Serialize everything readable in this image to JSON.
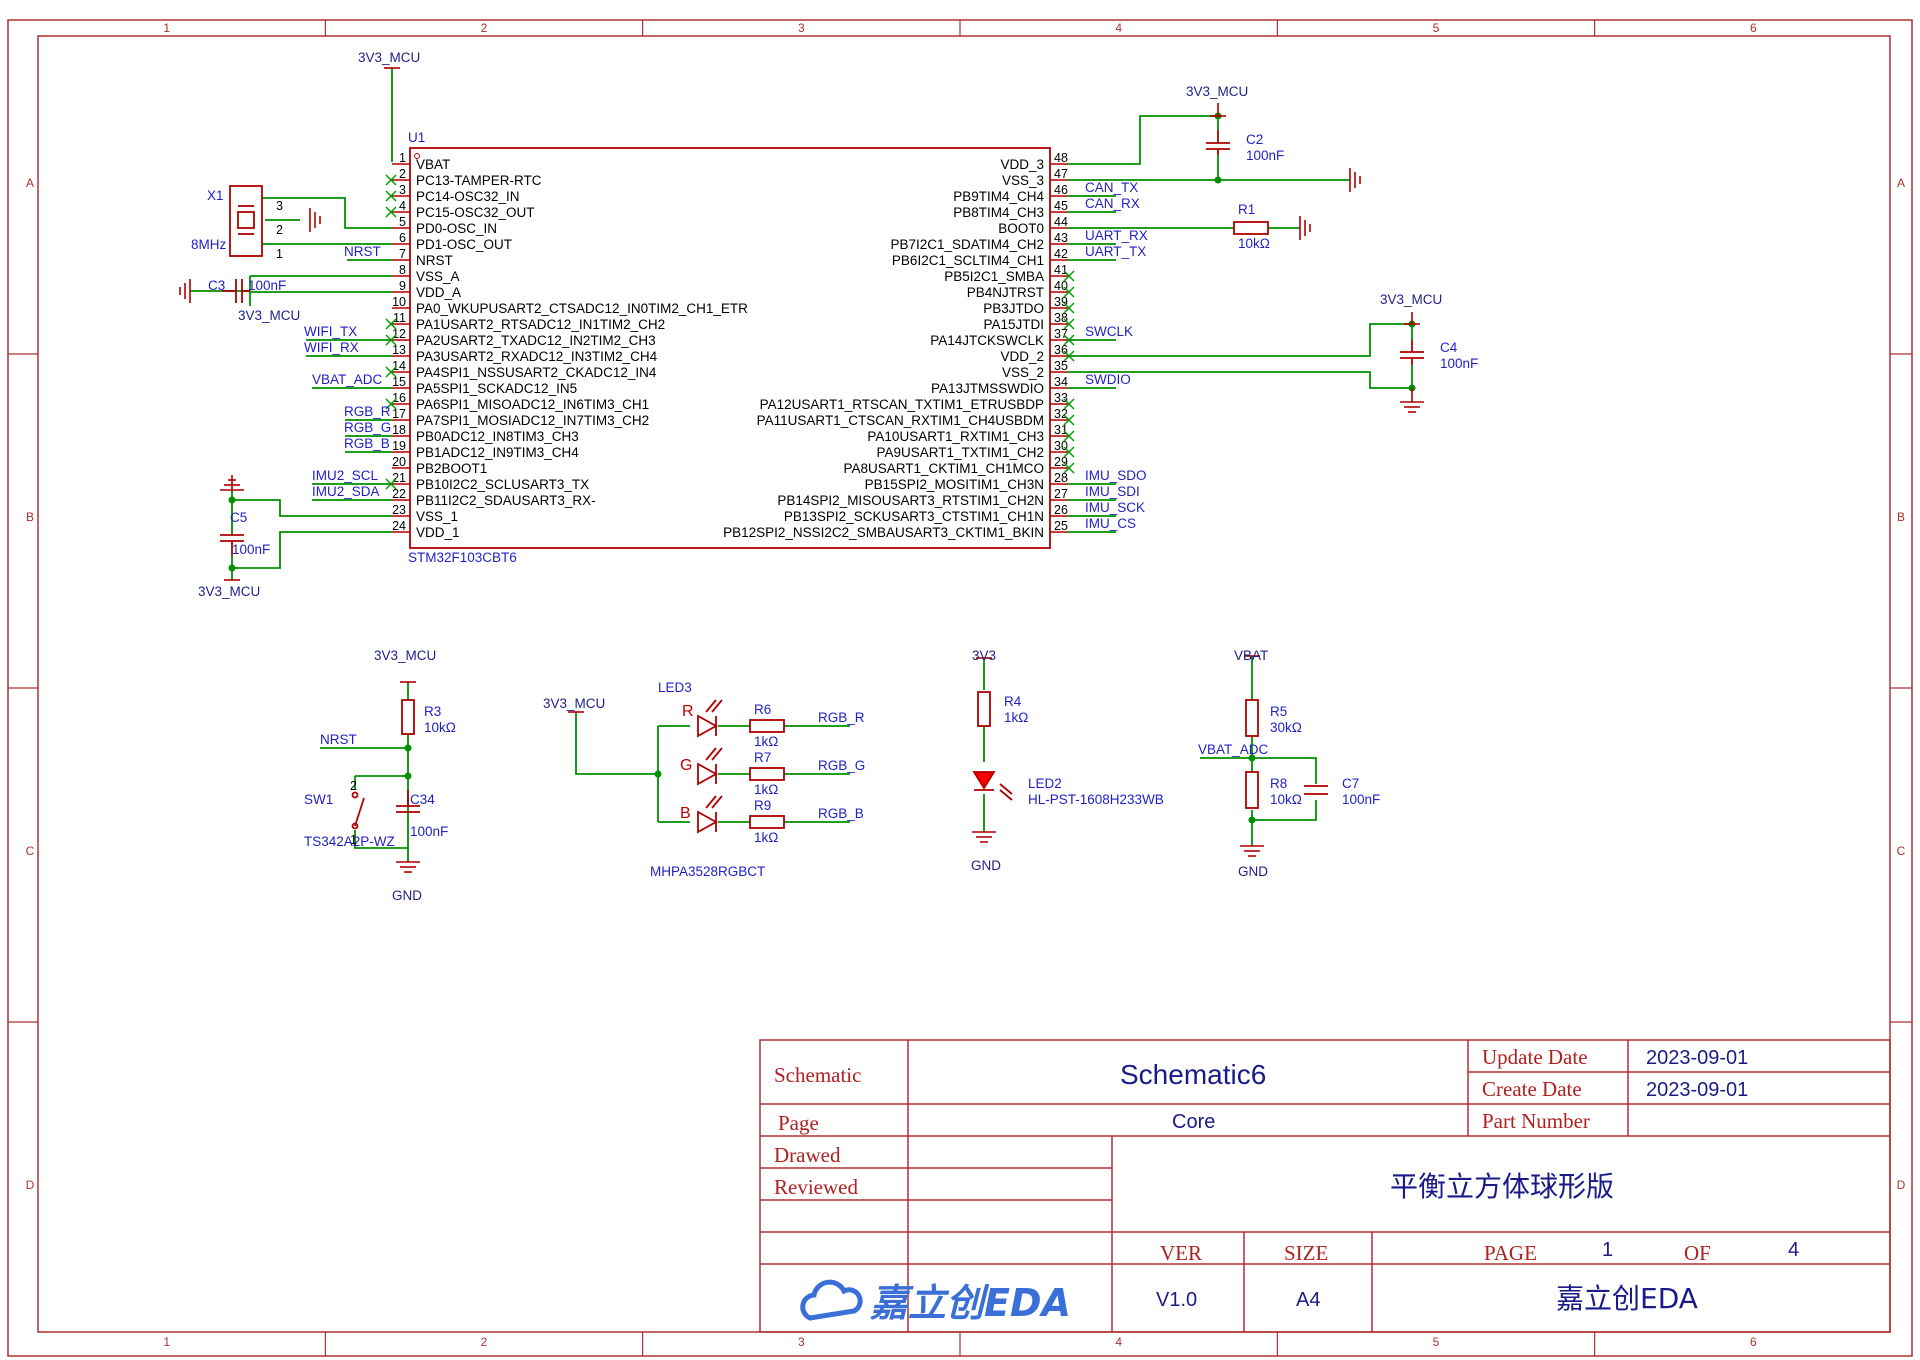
{
  "colors": {
    "border": "#b03030",
    "body": "#b00000",
    "wire": "#009000",
    "net": "#1f1fc8",
    "power": "#1f1f8a",
    "noconn": "#00a000"
  },
  "frame": {
    "col_labels": [
      "1",
      "2",
      "3",
      "4",
      "5",
      "6"
    ],
    "row_labels": [
      "A",
      "B",
      "C",
      "D"
    ]
  },
  "mcu": {
    "ref": "U1",
    "part": "STM32F103CBT6",
    "left_pins": [
      {
        "n": "1",
        "name": "VBAT"
      },
      {
        "n": "2",
        "name": "PC13-TAMPER-RTC"
      },
      {
        "n": "3",
        "name": "PC14-OSC32_IN"
      },
      {
        "n": "4",
        "name": "PC15-OSC32_OUT"
      },
      {
        "n": "5",
        "name": "PD0-OSC_IN"
      },
      {
        "n": "6",
        "name": "PD1-OSC_OUT"
      },
      {
        "n": "7",
        "name": "NRST"
      },
      {
        "n": "8",
        "name": "VSS_A"
      },
      {
        "n": "9",
        "name": "VDD_A"
      },
      {
        "n": "10",
        "name": "PA0_WKUPUSART2_CTSADC12_IN0TIM2_CH1_ETR"
      },
      {
        "n": "11",
        "name": "PA1USART2_RTSADC12_IN1TIM2_CH2"
      },
      {
        "n": "12",
        "name": "PA2USART2_TXADC12_IN2TIM2_CH3"
      },
      {
        "n": "13",
        "name": "PA3USART2_RXADC12_IN3TIM2_CH4"
      },
      {
        "n": "14",
        "name": "PA4SPI1_NSSUSART2_CKADC12_IN4"
      },
      {
        "n": "15",
        "name": "PA5SPI1_SCKADC12_IN5"
      },
      {
        "n": "16",
        "name": "PA6SPI1_MISOADC12_IN6TIM3_CH1"
      },
      {
        "n": "17",
        "name": "PA7SPI1_MOSIADC12_IN7TIM3_CH2"
      },
      {
        "n": "18",
        "name": "PB0ADC12_IN8TIM3_CH3"
      },
      {
        "n": "19",
        "name": "PB1ADC12_IN9TIM3_CH4"
      },
      {
        "n": "20",
        "name": "PB2BOOT1"
      },
      {
        "n": "21",
        "name": "PB10I2C2_SCLUSART3_TX"
      },
      {
        "n": "22",
        "name": "PB11I2C2_SDAUSART3_RX-"
      },
      {
        "n": "23",
        "name": "VSS_1"
      },
      {
        "n": "24",
        "name": "VDD_1"
      }
    ],
    "right_pins": [
      {
        "n": "48",
        "name": "VDD_3"
      },
      {
        "n": "47",
        "name": "VSS_3"
      },
      {
        "n": "46",
        "name": "PB9TIM4_CH4"
      },
      {
        "n": "45",
        "name": "PB8TIM4_CH3"
      },
      {
        "n": "44",
        "name": "BOOT0"
      },
      {
        "n": "43",
        "name": "PB7I2C1_SDATIM4_CH2"
      },
      {
        "n": "42",
        "name": "PB6I2C1_SCLTIM4_CH1"
      },
      {
        "n": "41",
        "name": "PB5I2C1_SMBA"
      },
      {
        "n": "40",
        "name": "PB4NJTRST"
      },
      {
        "n": "39",
        "name": "PB3JTDO"
      },
      {
        "n": "38",
        "name": "PA15JTDI"
      },
      {
        "n": "37",
        "name": "PA14JTCKSWCLK"
      },
      {
        "n": "36",
        "name": "VDD_2"
      },
      {
        "n": "35",
        "name": "VSS_2"
      },
      {
        "n": "34",
        "name": "PA13JTMSSWDIO"
      },
      {
        "n": "33",
        "name": "PA12USART1_RTSCAN_TXTIM1_ETRUSBDP"
      },
      {
        "n": "32",
        "name": "PA11USART1_CTSCAN_RXTIM1_CH4USBDM"
      },
      {
        "n": "31",
        "name": "PA10USART1_RXTIM1_CH3"
      },
      {
        "n": "30",
        "name": "PA9USART1_TXTIM1_CH2"
      },
      {
        "n": "29",
        "name": "PA8USART1_CKTIM1_CH1MCO"
      },
      {
        "n": "28",
        "name": "PB15SPI2_MOSITIM1_CH3N"
      },
      {
        "n": "27",
        "name": "PB14SPI2_MISOUSART3_RTSTIM1_CH2N"
      },
      {
        "n": "26",
        "name": "PB13SPI2_SCKUSART3_CTSTIM1_CH1N"
      },
      {
        "n": "25",
        "name": "PB12SPI2_NSSI2C2_SMBAUSART3_CKTIM1_BKIN"
      }
    ]
  },
  "nets": {
    "n3v3_mcu": "3V3_MCU",
    "n3v3": "3V3",
    "vbat": "VBAT",
    "gnd": "GND",
    "vbat_adc": "VBAT_ADC",
    "nrst": "NRST",
    "wifi_tx": "WIFI_TX",
    "wifi_rx": "WIFI_RX",
    "rgb_r": "RGB_R",
    "rgb_g": "RGB_G",
    "rgb_b": "RGB_B",
    "imu2_scl": "IMU2_SCL",
    "imu2_sda": "IMU2_SDA",
    "can_tx": "CAN_TX",
    "can_rx": "CAN_RX",
    "uart_rx": "UART_RX",
    "uart_tx": "UART_TX",
    "swclk": "SWCLK",
    "swdio": "SWDIO",
    "imu_sdo": "IMU_SDO",
    "imu_sdi": "IMU_SDI",
    "imu_sck": "IMU_SCK",
    "imu_cs": "IMU_CS"
  },
  "parts": {
    "x1": {
      "ref": "X1",
      "val": "8MHz",
      "p1": "1",
      "p2": "2",
      "p3": "3"
    },
    "c2": {
      "ref": "C2",
      "val": "100nF"
    },
    "c3": {
      "ref": "C3",
      "val": "100nF"
    },
    "c4": {
      "ref": "C4",
      "val": "100nF"
    },
    "c5": {
      "ref": "C5",
      "val": "100nF"
    },
    "c7": {
      "ref": "C7",
      "val": "100nF"
    },
    "c34": {
      "ref": "C34",
      "val": "100nF"
    },
    "r1": {
      "ref": "R1",
      "val": "10kΩ"
    },
    "r3": {
      "ref": "R3",
      "val": "10kΩ"
    },
    "r4": {
      "ref": "R4",
      "val": "1kΩ"
    },
    "r5": {
      "ref": "R5",
      "val": "30kΩ"
    },
    "r6": {
      "ref": "R6",
      "val": "1kΩ"
    },
    "r7": {
      "ref": "R7",
      "val": "1kΩ"
    },
    "r8": {
      "ref": "R8",
      "val": "10kΩ"
    },
    "r9": {
      "ref": "R9",
      "val": "1kΩ"
    },
    "sw1": {
      "ref": "SW1",
      "val": "TS342A2P-WZ",
      "p1": "1",
      "p2": "2"
    },
    "led2": {
      "ref": "LED2",
      "val": "HL-PST-1608H233WB"
    },
    "led3": {
      "ref": "LED3",
      "val": "MHPA3528RGBCT",
      "r": "R",
      "g": "G",
      "b": "B"
    }
  },
  "title_block": {
    "schematic_label": "Schematic",
    "schematic_value": "Schematic6",
    "update_label": "Update Date",
    "update_value": "2023-09-01",
    "create_label": "Create Date",
    "create_value": "2023-09-01",
    "page_label": "Page",
    "page_value": "Core",
    "part_label": "Part Number",
    "part_value": "",
    "drawed_label": "Drawed",
    "drawed_value": "",
    "reviewed_label": "Reviewed",
    "reviewed_value": "",
    "project_title": "平衡立方体球形版",
    "ver_label": "VER",
    "ver_value": "V1.0",
    "size_label": "SIZE",
    "size_value": "A4",
    "page_no_label": "PAGE",
    "page_no": "1",
    "of_label": "OF",
    "page_total": "4",
    "logo_text": "嘉立创EDA",
    "company": "嘉立创EDA"
  }
}
